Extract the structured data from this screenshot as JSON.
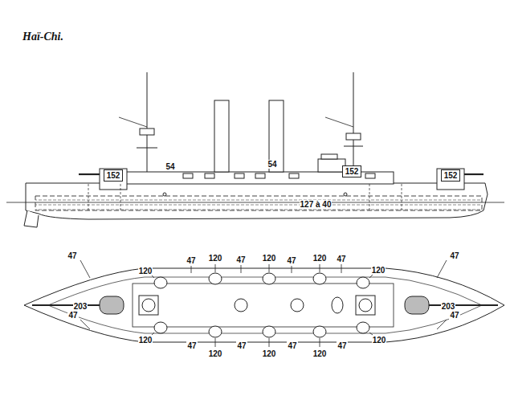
{
  "diagram": {
    "title": "Haï-Chi.",
    "nodes": [
      {
        "text": [
          "152"
        ]
      },
      {
        "text": [
          "152"
        ]
      },
      {
        "text": [
          "152"
        ]
      }
    ],
    "labels": [
      "54",
      "54",
      "127 à 40",
      "47",
      "120",
      "47",
      "120",
      "47",
      "120",
      "47",
      "120",
      "47",
      "120",
      "47",
      "203",
      "203",
      "47",
      "120",
      "47",
      "120",
      "47",
      "120",
      "47",
      "120",
      "47",
      "120",
      "47"
    ]
  }
}
